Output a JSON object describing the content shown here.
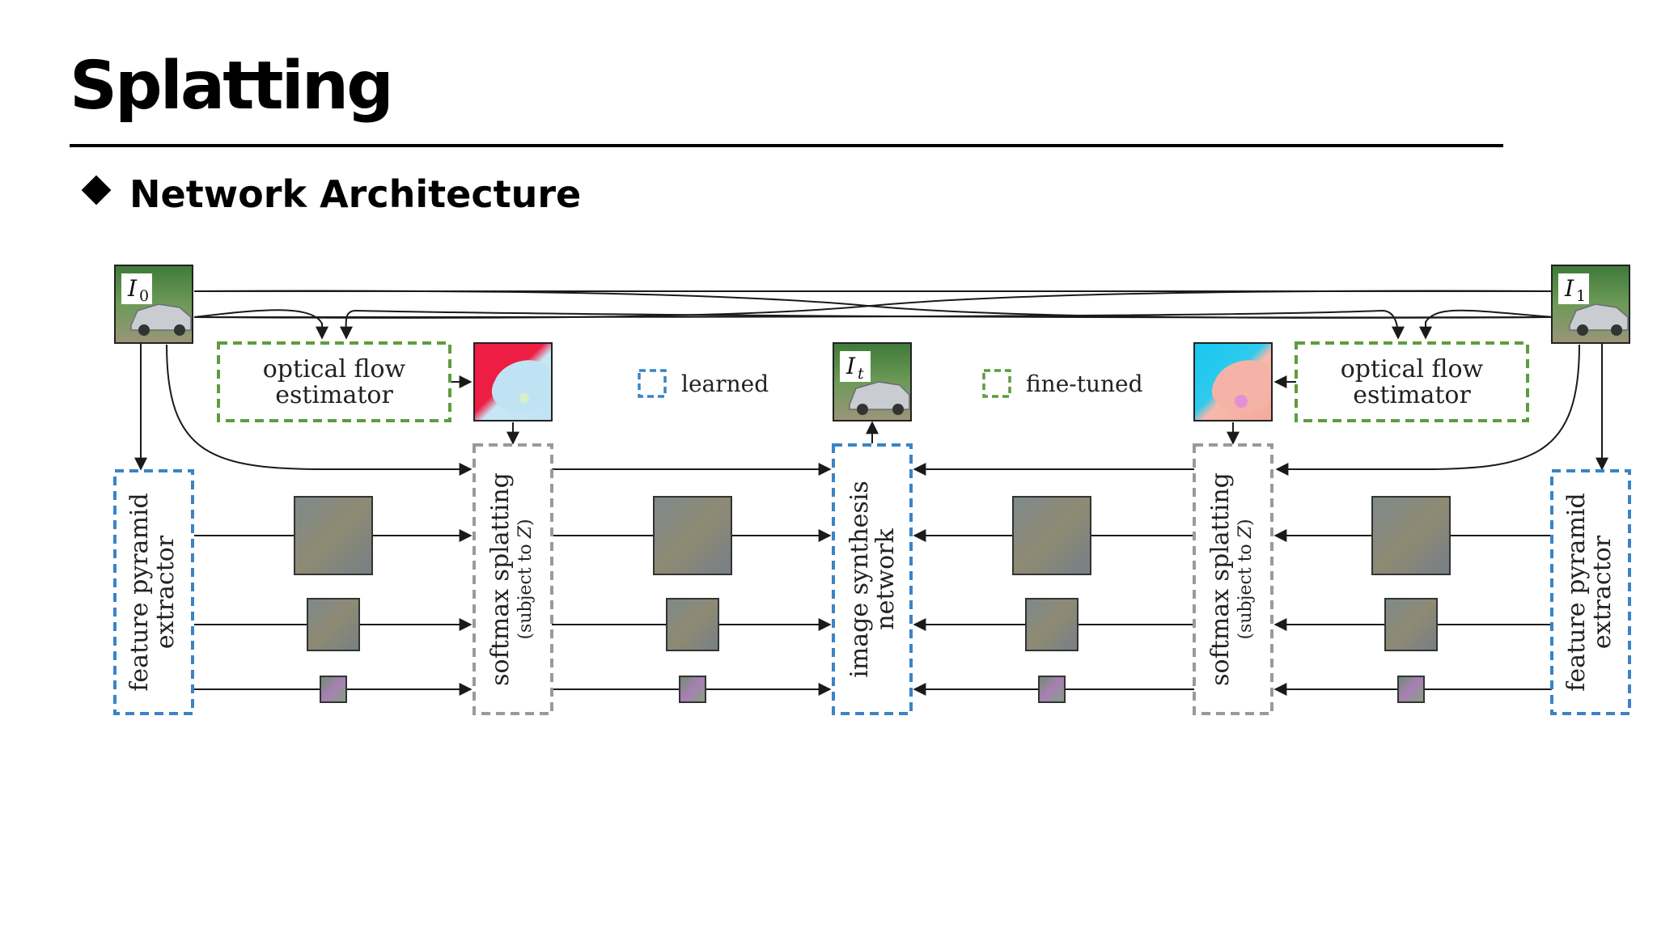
{
  "slide": {
    "title": "Splatting",
    "subtitle": "Network Architecture"
  },
  "diagram": {
    "frame_left": {
      "symbol": "I",
      "subscript": "0"
    },
    "frame_right": {
      "symbol": "I",
      "subscript": "1"
    },
    "frame_output": {
      "symbol": "I",
      "subscript": "t"
    },
    "flow_estimator_left": {
      "line1": "optical flow",
      "line2": "estimator"
    },
    "flow_estimator_right": {
      "line1": "optical flow",
      "line2": "estimator"
    },
    "feature_extractor_left": {
      "line1": "feature pyramid",
      "line2": "extractor"
    },
    "feature_extractor_right": {
      "line1": "feature pyramid",
      "line2": "extractor"
    },
    "softmax_left": {
      "line1": "softmax splatting",
      "line2_prefix": "(subject to ",
      "line2_var": "Z",
      "line2_suffix": ")"
    },
    "softmax_right": {
      "line1": "softmax splatting",
      "line2_prefix": "(subject to ",
      "line2_var": "Z",
      "line2_suffix": ")"
    },
    "synthesis": {
      "line1": "image synthesis",
      "line2": "network"
    },
    "legend": {
      "learned_label": "learned",
      "finetuned_label": "fine-tuned"
    },
    "colors": {
      "learned": "#3a84c6",
      "finetuned": "#5e9c3f",
      "fixed": "#9a9a9a",
      "arrow": "#1a1a1a"
    }
  }
}
